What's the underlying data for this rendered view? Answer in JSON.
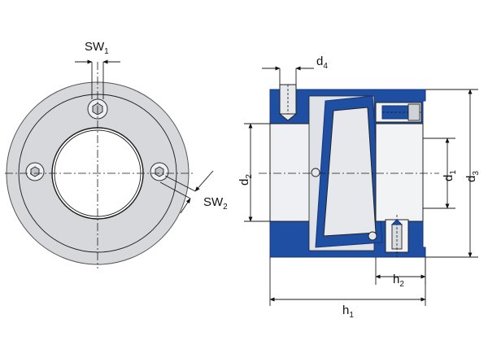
{
  "labels": {
    "sw1": {
      "main": "SW",
      "sub": "1"
    },
    "sw2": {
      "main": "SW",
      "sub": "2"
    },
    "d4": {
      "main": "d",
      "sub": "4"
    },
    "d2": {
      "main": "d",
      "sub": "2"
    },
    "d1": {
      "main": "d",
      "sub": "1"
    },
    "d3": {
      "main": "d",
      "sub": "3"
    },
    "h2": {
      "main": "h",
      "sub": "2"
    },
    "h1": {
      "main": "h",
      "sub": "1"
    }
  },
  "colors": {
    "body_blue": "#1f4fa3",
    "face_gray": "#d6d8dc",
    "line": "#1a1a1a"
  }
}
